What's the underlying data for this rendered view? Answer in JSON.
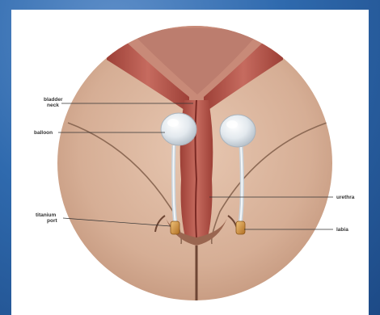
{
  "labels": {
    "bladder_neck_line1": "bladder",
    "bladder_neck_line2": "neck",
    "balloon": "balloon",
    "titanium_port_line1": "titanium",
    "titanium_port_line2": "port",
    "urethra": "urethra",
    "labia": "labia"
  },
  "colors": {
    "background_blue": "#2a5d99",
    "skin": "#dcb8a0",
    "tissue": "#b5544a",
    "balloon": "#e9eef2",
    "port": "#d99a4a"
  }
}
